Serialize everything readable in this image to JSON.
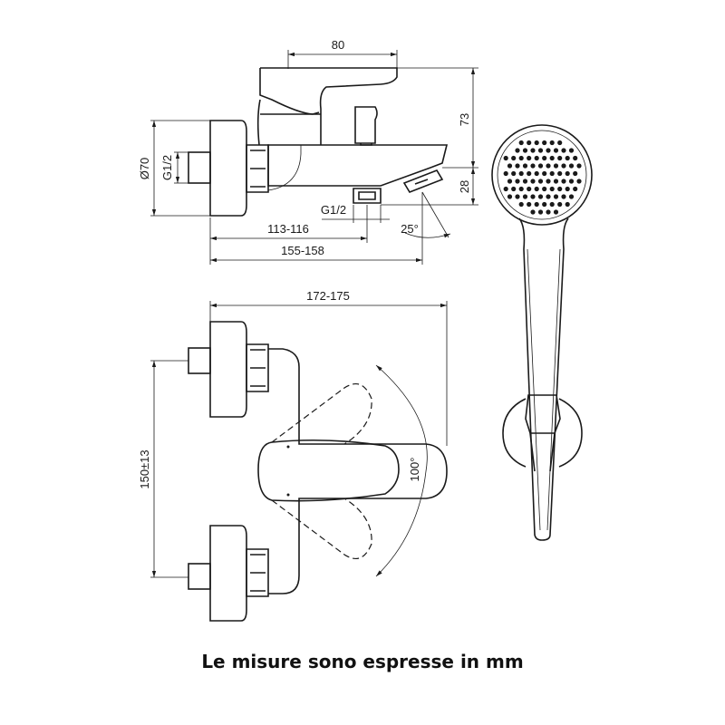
{
  "dimensions": {
    "handle_length": "80",
    "height_top": "73",
    "height_outlet": "28",
    "flange_diameter": "Ø70",
    "inlet_thread": "G1/2",
    "outlet_thread": "G1/2",
    "projection_outlet": "113-116",
    "projection_total": "155-158",
    "spout_angle": "25°",
    "total_width": "172-175",
    "center_distance": "150±13",
    "lever_rotation": "100°"
  },
  "caption": "Le misure sono espresse in mm"
}
